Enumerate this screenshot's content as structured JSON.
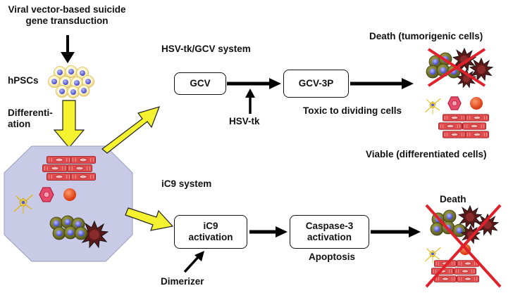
{
  "header": {
    "line1": "Viral vector-based suicide",
    "line2": "gene transduction"
  },
  "cells": {
    "hpsc_label": "hPSCs"
  },
  "differentiation": {
    "line1": "Differenti-",
    "line2": "ation"
  },
  "hsv": {
    "title": "HSV-tk/GCV system",
    "box1": "GCV",
    "box2": "GCV-3P",
    "enzyme": "HSV-tk",
    "toxic": "Toxic to dividing cells",
    "death": "Death (tumorigenic cells)",
    "viable": "Viable (differentiated cells)"
  },
  "ic9": {
    "title": "iC9 system",
    "box1_line1": "iC9",
    "box1_line2": "activation",
    "box2_line1": "Caspase-3",
    "box2_line2": "activation",
    "dimerizer": "Dimerizer",
    "apoptosis": "Apoptosis",
    "death": "Death"
  },
  "colors": {
    "arrow_yellow": "#f5f230",
    "cross_red": "#e0202a",
    "petri_fill": "#c9cbe6",
    "myocyte_red": "#e24a4c",
    "nucleus_blue": "#5a5fd6",
    "olive_cell": "#7b7c2a"
  }
}
